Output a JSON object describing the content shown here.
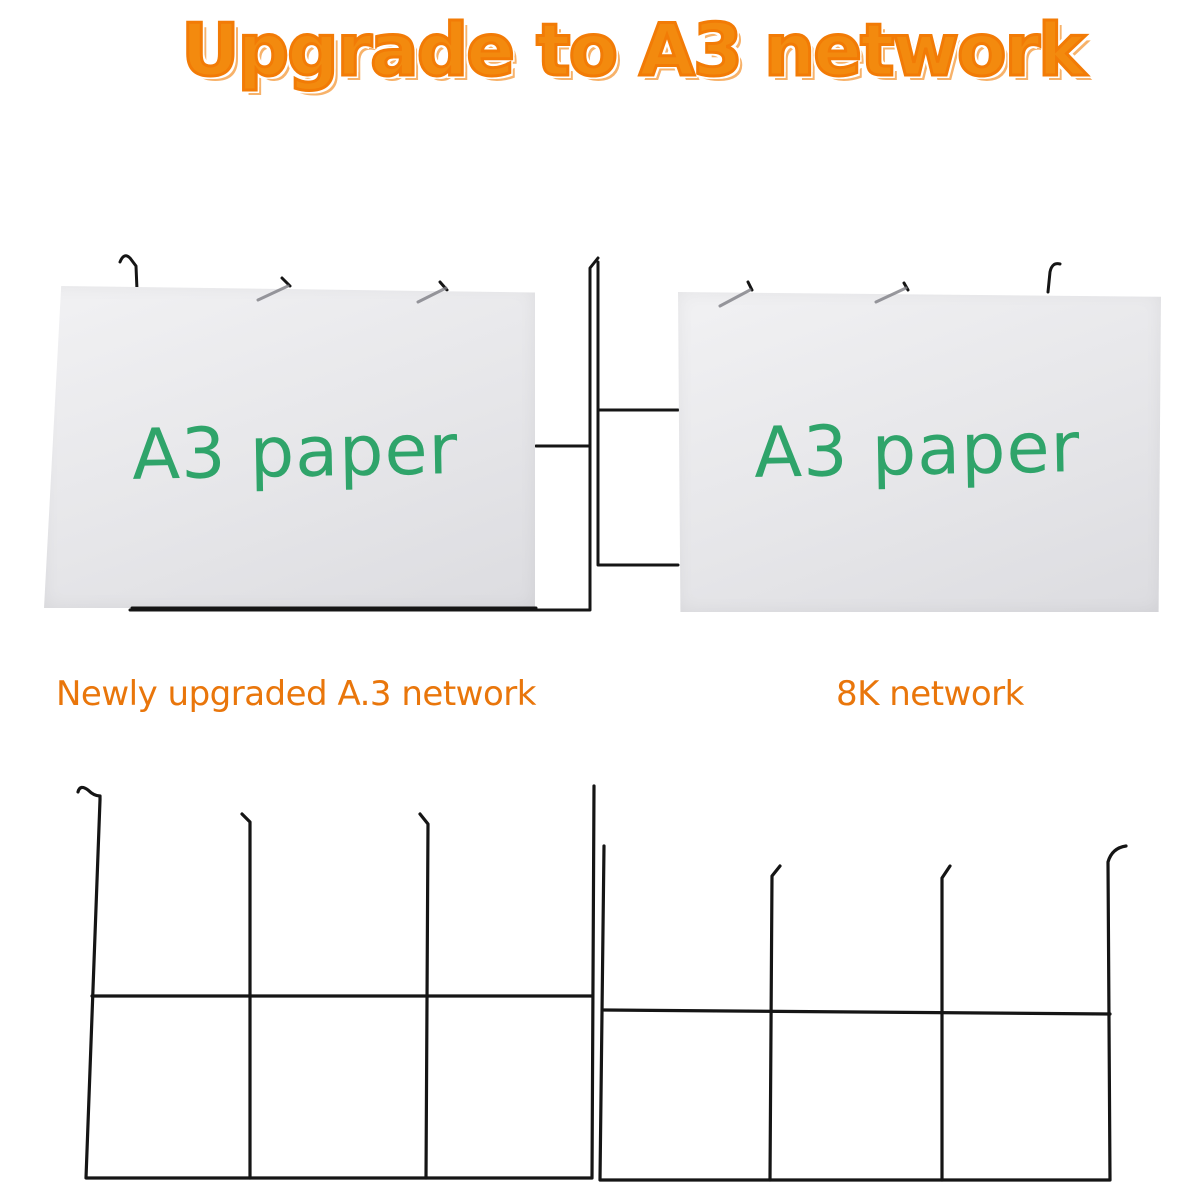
{
  "headline": "Upgrade to A3 network",
  "top_left": {
    "paper_label": "A3 paper",
    "caption": "Newly upgraded A.3 network"
  },
  "top_right": {
    "paper_label": "A3 paper",
    "caption": "8K network"
  },
  "colors": {
    "headline": "#f38a0e",
    "caption": "#e9760b",
    "paper_label": "#2fa46a",
    "wire": "#151515"
  }
}
